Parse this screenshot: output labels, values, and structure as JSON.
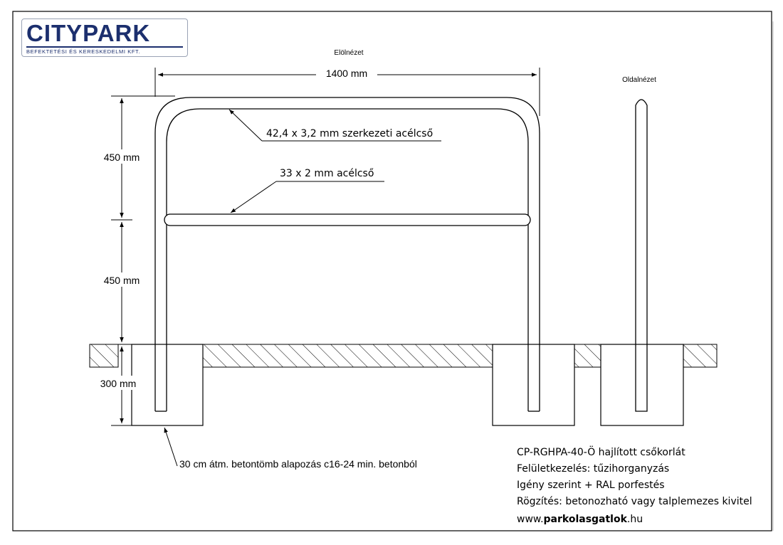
{
  "logo": {
    "name": "CITYPARK",
    "subtitle": "BEFEKTETÉSI ÉS KERESKEDELMI KFT."
  },
  "views": {
    "front": "Elölnézet",
    "side": "Oldalnézet"
  },
  "dimensions": {
    "width": "1400 mm",
    "upper_height": "450 mm",
    "lower_height": "450 mm",
    "foundation_depth": "300 mm"
  },
  "annotations": {
    "top_tube": "42,4 x 3,2 mm szerkezeti acélcső",
    "middle_tube": "33 x 2 mm acélcső",
    "foundation": "30 cm átm. betontömb alapozás c16-24 min. betonból"
  },
  "info": {
    "product": "CP-RGHPA-40-Ö hajlított csőkorlát",
    "finish": "Felületkezelés: tűzihorganyzás",
    "paint": "Igény szerint + RAL porfestés",
    "mounting": "Rögzítés: betonozható vagy talplemezes kivitel",
    "website_prefix": "www.",
    "website_bold": "parkolasgatlok",
    "website_suffix": ".hu"
  }
}
